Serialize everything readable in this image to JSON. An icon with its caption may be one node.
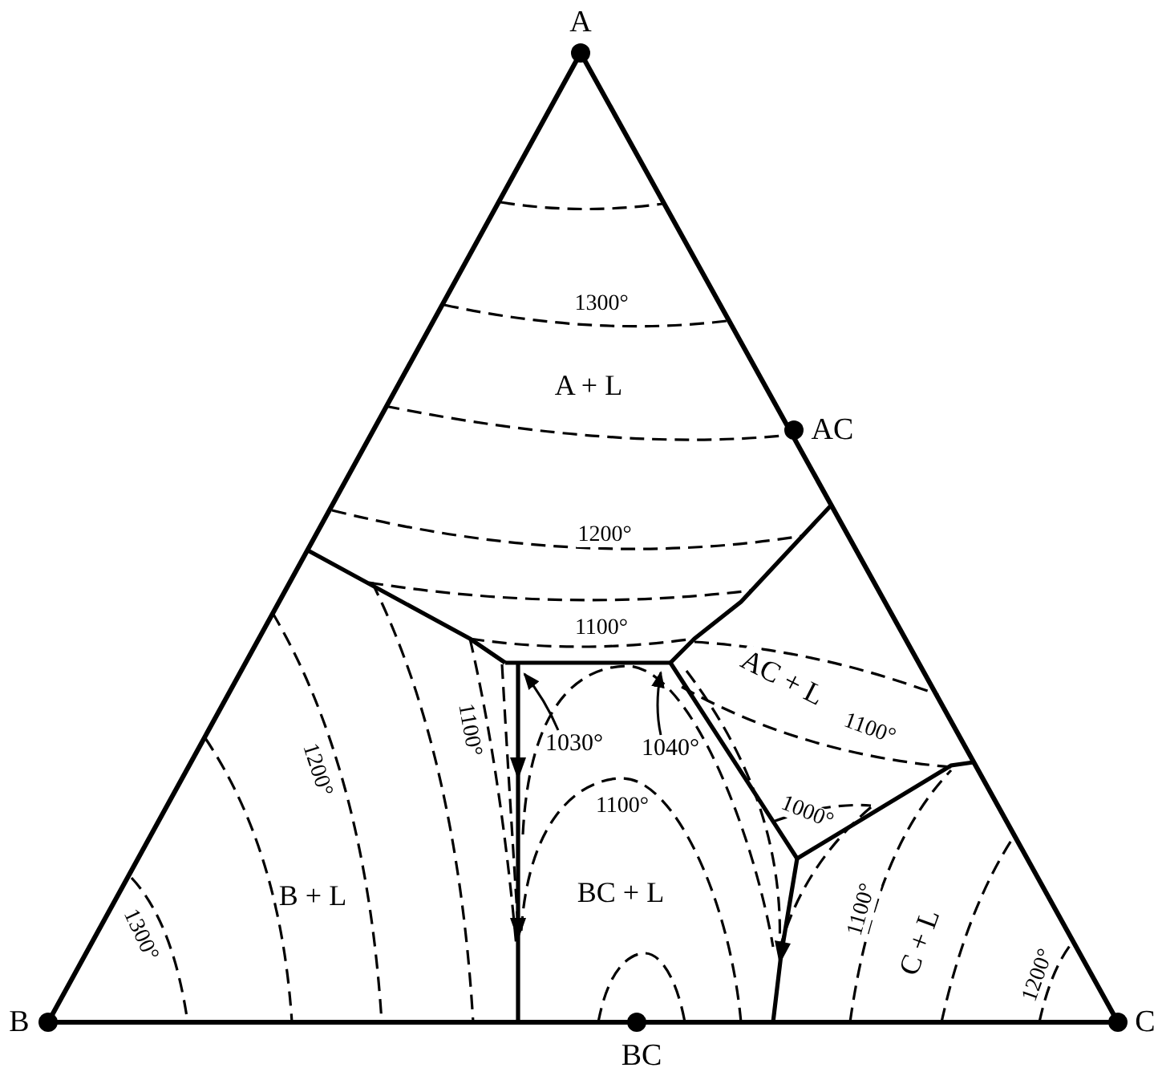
{
  "diagram": {
    "nodes": [
      {
        "text": [
          "1030°"
        ]
      },
      {
        "text": [
          "1040°"
        ]
      }
    ],
    "edges": [
      {
        "from": 0,
        "to": null,
        "arrow": "to"
      },
      {
        "from": 1,
        "to": null,
        "arrow": "to"
      }
    ],
    "labels": [
      "A",
      "1300°",
      "A + L",
      "AC",
      "1200°",
      "1100°",
      "AC + L",
      "1100°",
      "1200°",
      "1100°",
      "1100°",
      "1000°",
      "BC + L",
      "B + L",
      "1300°",
      "1100°",
      "C + L",
      "1200°",
      "B",
      "C",
      "BC"
    ]
  }
}
